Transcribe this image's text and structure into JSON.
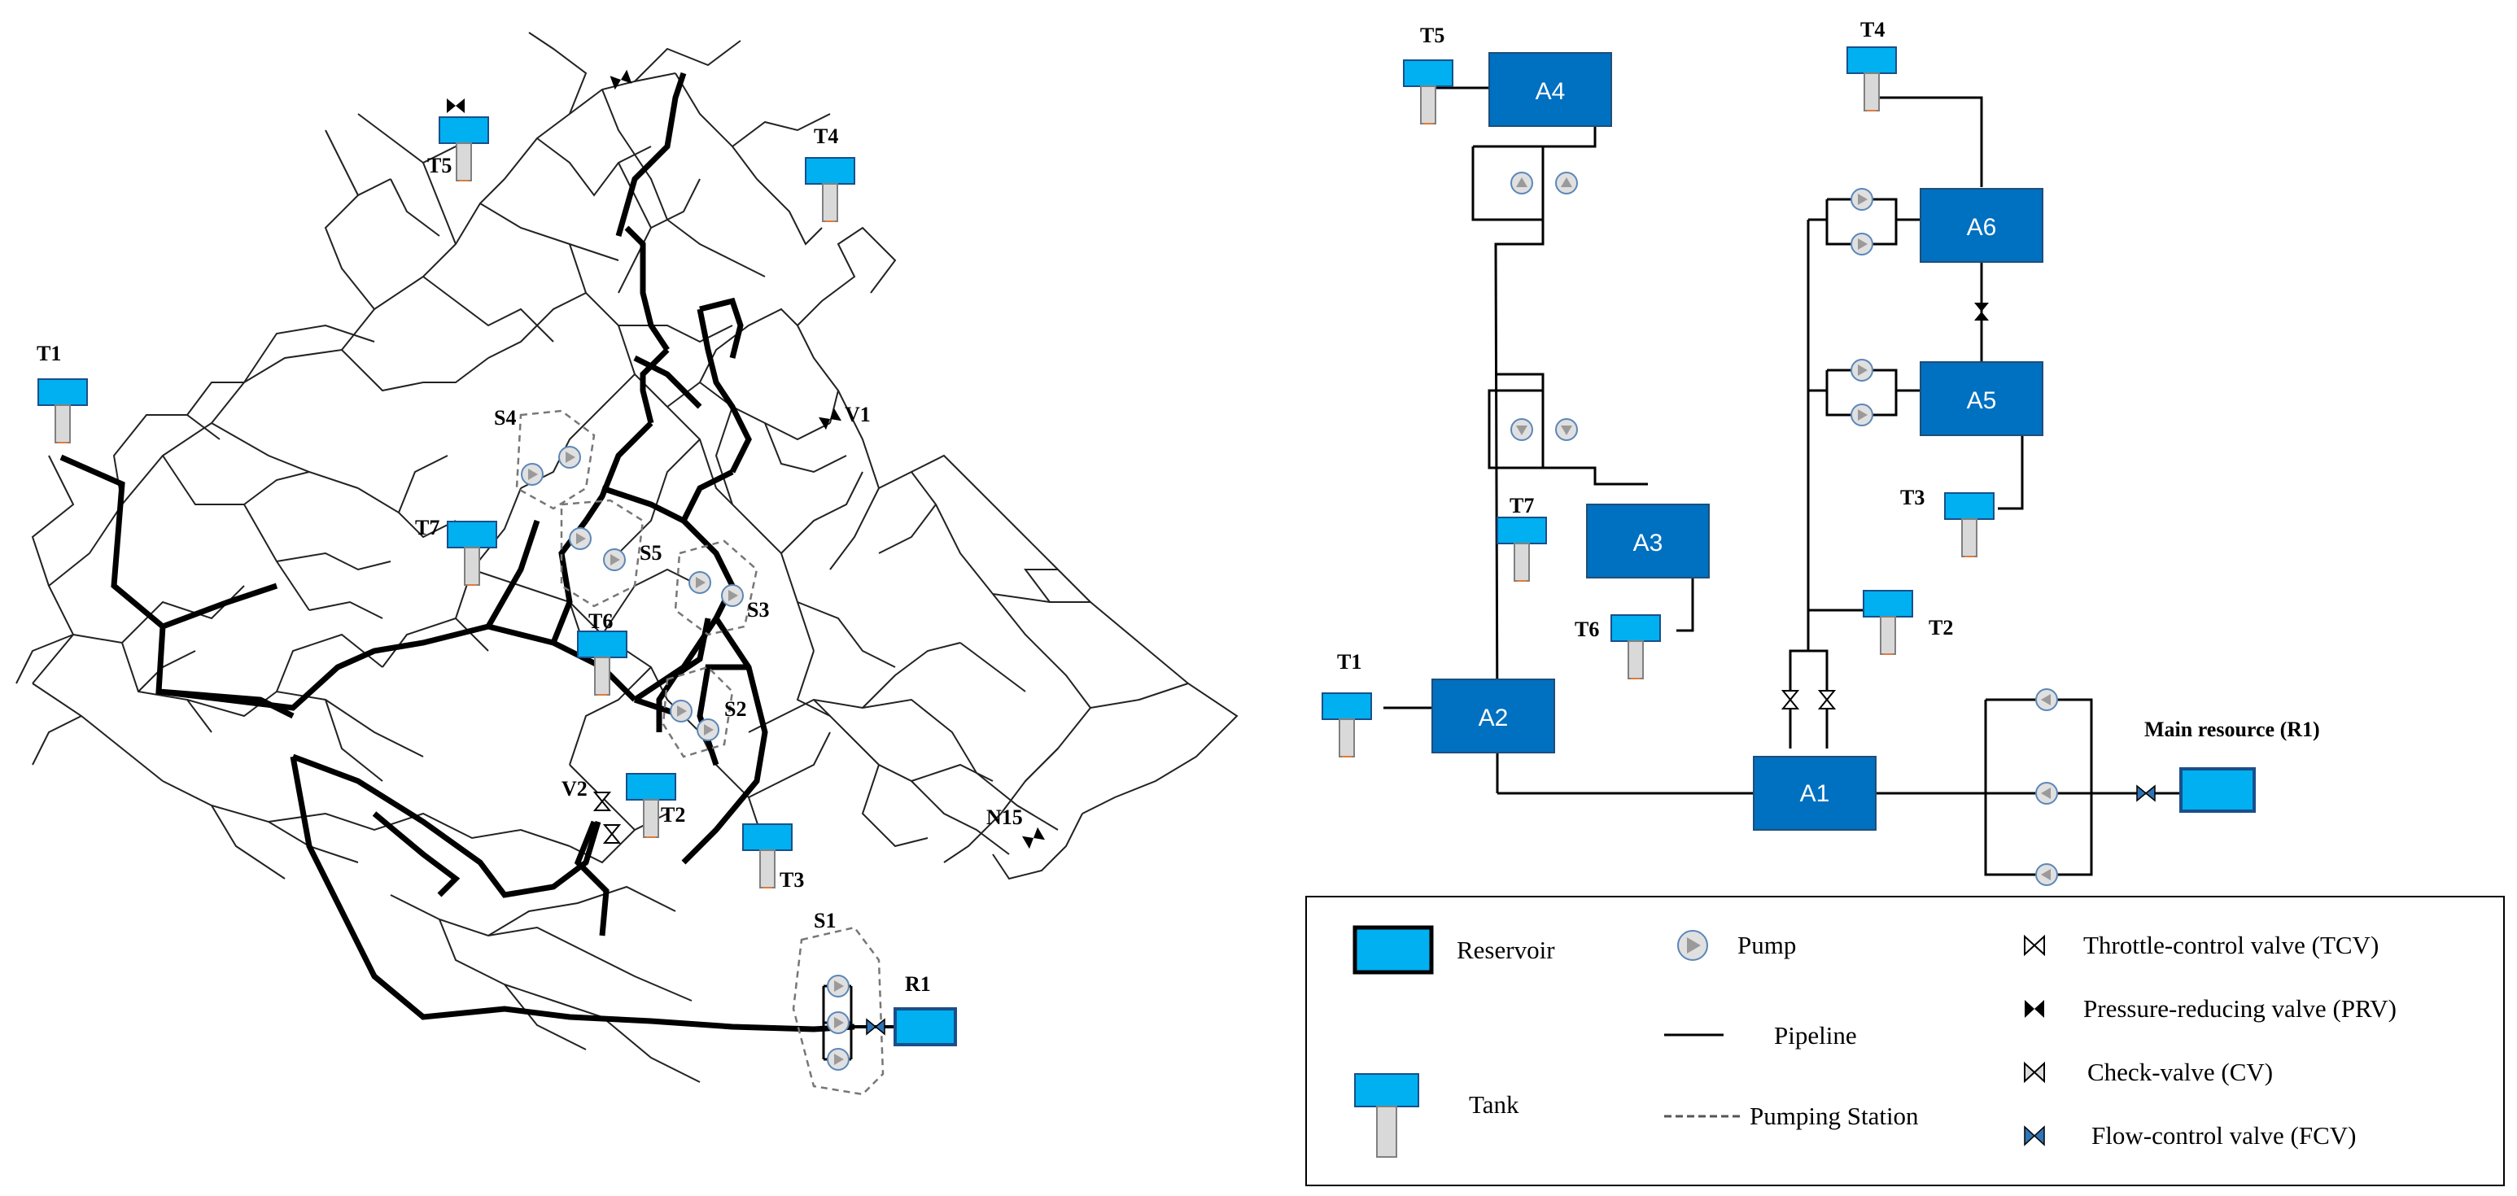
{
  "colors": {
    "tank_fill": "#00b0f0",
    "tank_stroke": "#1a4f8a",
    "area_fill": "#0070c0",
    "area_stroke": "#1f4e79",
    "pump_fill": "#bfbfbf",
    "pump_stroke": "#4f81bd",
    "fcv_fill": "#2e75b6"
  },
  "network_map": {
    "tanks": [
      "T1",
      "T2",
      "T3",
      "T4",
      "T5",
      "T6",
      "T7"
    ],
    "stations": [
      "S1",
      "S2",
      "S3",
      "S4",
      "S5"
    ],
    "valves": [
      "V1",
      "V2",
      "N15"
    ],
    "reservoir": "R1"
  },
  "schematic": {
    "areas": [
      "A1",
      "A2",
      "A3",
      "A4",
      "A5",
      "A6"
    ],
    "tanks": [
      "T1",
      "T2",
      "T3",
      "T4",
      "T5",
      "T6",
      "T7"
    ],
    "main_resource": "Main resource (R1)"
  },
  "legend": {
    "reservoir": "Reservoir",
    "tank": "Tank",
    "pump": "Pump",
    "pipeline": "Pipeline",
    "pumping_station": "Pumping Station",
    "tcv": "Throttle-control valve (TCV)",
    "prv": "Pressure-reducing valve (PRV)",
    "cv": "Check-valve (CV)",
    "fcv": "Flow-control valve (FCV)"
  }
}
